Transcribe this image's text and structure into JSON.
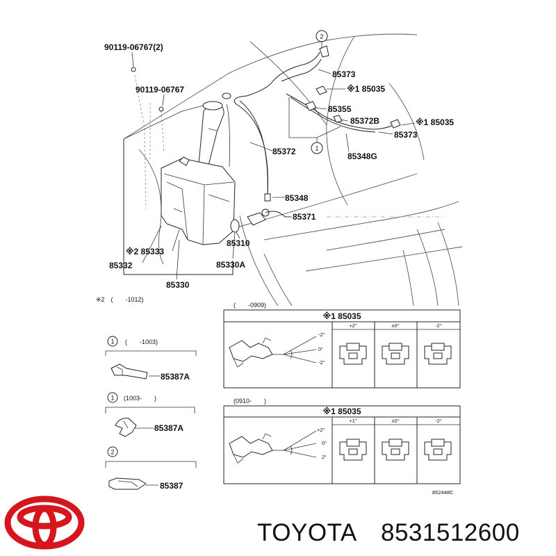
{
  "callouts": {
    "c1": "90119-06767(2)",
    "c2": "90119-06767",
    "c3": "85373",
    "c4": "※1 85035",
    "c5": "85355",
    "c6": "85372B",
    "c7": "※1 85035",
    "c8": "85373",
    "c9": "85372",
    "c10": "85348G",
    "c11": "85348",
    "c12": "85371",
    "c13": "85310",
    "c14": "※2 85333",
    "c15": "85332",
    "c16": "85330A",
    "c17": "85330"
  },
  "circle_labels": {
    "one": "1",
    "two": "2"
  },
  "footnote": "※2　(　　-1012)",
  "detail_1": {
    "num": "1",
    "range": "(　　-1003)",
    "part": "85387A"
  },
  "detail_2": {
    "num": "1",
    "range": "(1003-　　)",
    "part": "85387A"
  },
  "detail_3": {
    "num": "2",
    "part": "85387"
  },
  "box_top": {
    "range": "(　　-0909)",
    "header": "※1 85035",
    "cols": [
      "+2°",
      "±0°",
      "-2°"
    ],
    "angles": [
      "-2°",
      "0°",
      "-2°"
    ]
  },
  "box_bottom": {
    "range": "(0910-　　)",
    "header": "※1 85035",
    "cols": [
      "+1°",
      "±0°",
      "-2°"
    ],
    "angles": [
      "+2°",
      "0°",
      "2°"
    ]
  },
  "diagram_code": "852448C",
  "brand": {
    "name": "TOYOTA",
    "part_number": "8531512600",
    "logo_color": "#d5161f"
  }
}
